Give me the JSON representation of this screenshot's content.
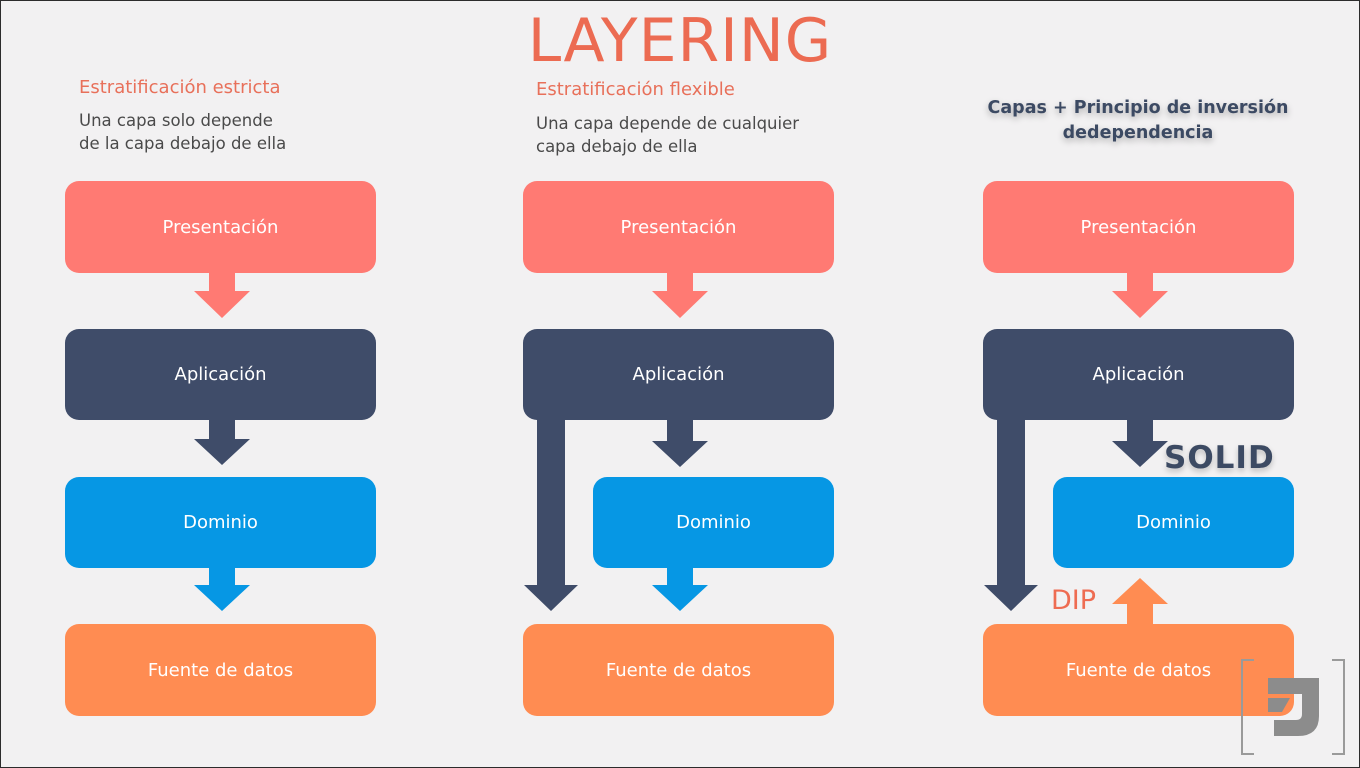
{
  "title": "LAYERING",
  "columns": [
    {
      "heading": "Estratificación estricta",
      "desc_line1": "Una capa solo depende",
      "desc_line2": "de la capa debajo de ella"
    },
    {
      "heading": "Estratificación flexible",
      "desc_line1": "Una capa depende de cualquier",
      "desc_line2": "capa debajo de ella"
    },
    {
      "heading_line1": "Capas + Principio de inversión",
      "heading_line2": "dedependencia"
    }
  ],
  "layers": {
    "presentation": "Presentación",
    "application": "Aplicación",
    "domain": "Dominio",
    "data_source": "Fuente de datos"
  },
  "labels": {
    "solid": "SOLID",
    "dip": "DIP"
  },
  "colors": {
    "title": "#ec6b52",
    "presentation": "#ff7a73",
    "application": "#3f4c69",
    "domain": "#0697e4",
    "data_source": "#ff8c52"
  },
  "logo": {
    "icon": "j-logo-icon"
  }
}
